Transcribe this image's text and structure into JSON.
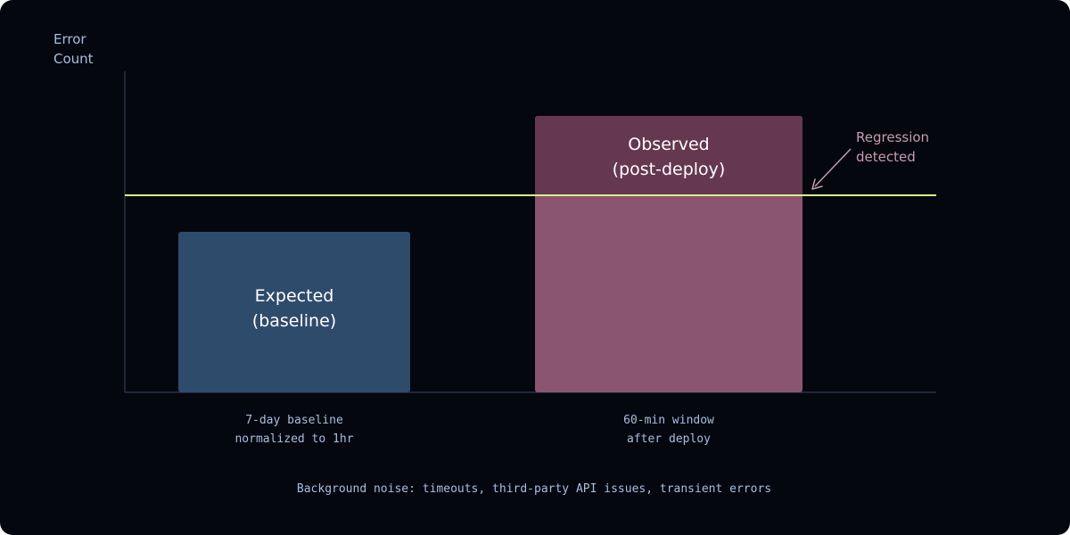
{
  "y_axis": {
    "label_line1": "Error",
    "label_line2": "Count"
  },
  "bars": {
    "expected": {
      "label_line1": "Expected",
      "label_line2": "(baseline)",
      "caption_line1": "7-day baseline",
      "caption_line2": "normalized to 1hr",
      "color": "#2f4b6b"
    },
    "observed": {
      "label_line1": "Observed",
      "label_line2": "(post-deploy)",
      "caption_line1": "60-min window",
      "caption_line2": "after deploy",
      "color": "#8a5570",
      "above_threshold_color": "#65384f"
    }
  },
  "threshold": {
    "color": "#d9ef8b"
  },
  "annotation": {
    "line1": "Regression",
    "line2": "detected",
    "color": "#c79ab5"
  },
  "footnote": "Background noise: timeouts, third-party API issues, transient errors",
  "colors": {
    "background": "#05070f",
    "axis": "#2b3246",
    "label_text": "#a9bde0",
    "bar_text": "#ffffff"
  }
}
